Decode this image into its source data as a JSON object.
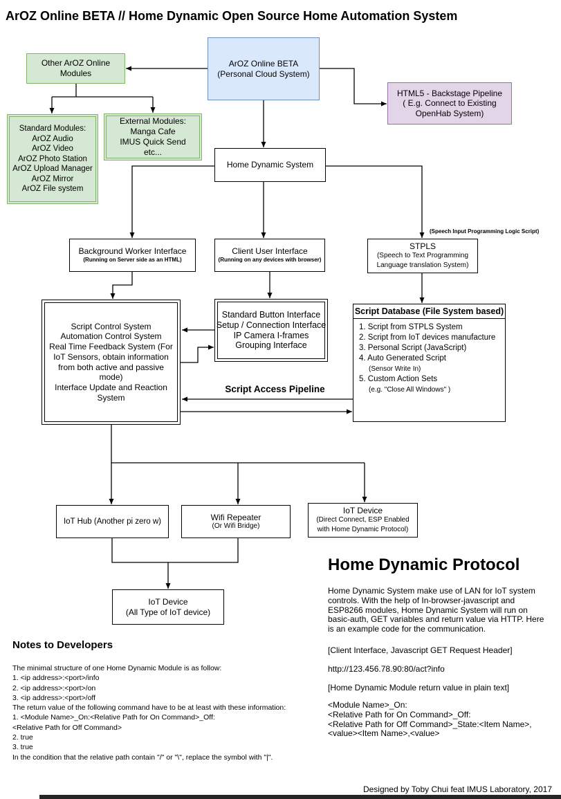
{
  "title": "ArOZ Online BETA //  Home Dynamic Open Source Home Automation System",
  "colors": {
    "green_fill": "#d5e8d4",
    "green_border": "#82b366",
    "blue_fill": "#dae8fc",
    "blue_border": "#6c8ebf",
    "purple_fill": "#e1d5e7",
    "purple_border": "#9673a6",
    "line": "#000000"
  },
  "boxes": {
    "aroz_online_beta": {
      "lines": [
        "ArOZ Online BETA",
        "(Personal Cloud System)"
      ]
    },
    "other_aroz_modules": {
      "lines": [
        "Other ArOZ Online",
        "Modules"
      ]
    },
    "html5_backstage": {
      "lines": [
        "HTML5 - Backstage Pipeline",
        "( E.g. Connect to Existing",
        "OpenHab System)"
      ]
    },
    "standard_modules": {
      "lines": [
        "Standard Modules:",
        "ArOZ Audio",
        "ArOZ Video",
        "ArOZ Photo Station",
        "ArOZ Upload Manager",
        "ArOZ Mirror",
        "ArOZ File system"
      ]
    },
    "external_modules": {
      "lines": [
        "External Modules:",
        "Manga Cafe",
        "IMUS Quick Send",
        "etc..."
      ]
    },
    "home_dynamic_system": {
      "label": "Home Dynamic System"
    },
    "background_worker": {
      "title": "Background Worker Interface",
      "subtitle": "(Running on Server side as an HTML)"
    },
    "client_user": {
      "title": "Client User Interface",
      "subtitle": "(Running on any devices with browser)"
    },
    "stpls": {
      "title": "STPLS",
      "lines": [
        "(Speech to Text Programming",
        "Language translation System)"
      ],
      "annotation": "(Speech Input Programming Logic Script)"
    },
    "script_control": {
      "lines": [
        "Script Control System",
        "Automation Control System",
        "Real Time Feedback System (For",
        "IoT Sensors, obtain information",
        "from both active and passive",
        "mode)",
        "Interface Update and Reaction",
        "System"
      ]
    },
    "standard_button": {
      "lines": [
        "Standard Button Interface",
        "Setup / Connection Interface",
        "IP Camera I-frames",
        "Grouping Interface"
      ]
    },
    "script_database": {
      "header": "Script Database (File System based)",
      "items": [
        "1. Script from STPLS System",
        "2. Script from IoT devices manufacture",
        "3. Personal Script (JavaScript)",
        "4. Auto Generated Script",
        "(Sensor Write In)",
        "5. Custom Action Sets",
        "(e.g. \"Close All Windows\" )"
      ]
    },
    "script_access_pipeline_label": "Script Access Pipeline",
    "iot_hub": {
      "label": "IoT Hub (Another pi zero w)"
    },
    "wifi_repeater": {
      "lines": [
        "Wifi Repeater",
        "(Or Wifi Bridge)"
      ]
    },
    "iot_device_direct": {
      "lines": [
        "IoT Device",
        "(Direct Connect, ESP Enabled",
        "with Home Dynamic Protocol)"
      ]
    },
    "iot_device_all": {
      "lines": [
        "IoT Device",
        "(All Type of IoT device)"
      ]
    }
  },
  "protocol": {
    "heading": "Home Dynamic Protocol",
    "intro": "Home Dynamic System make use of LAN for IoT system controls. With the help of In-browser-javascript and ESP8266 modules, Home Dynamic System will run on basic-auth, GET variables and return value via HTTP. Here is an example code for the communication.",
    "request_header_label": "[Client Interface, Javascript GET Request Header]",
    "example_url": "http://123.456.78.90:80/act?info",
    "return_value_label": "[Home Dynamic Module return value in plain text]",
    "return_value_lines": [
      "<Module Name>_On:",
      "<Relative Path for On Command>_Off:",
      "<Relative Path for Off Command>_State:<Item Name>,",
      "<value><Item Name>,<value>"
    ]
  },
  "notes": {
    "heading": "Notes to Developers",
    "lines": [
      "The minimal structure of one Home Dynamic Module is as follow:",
      "1. <ip address>:<port>/info",
      "2. <ip address>:<port>/on",
      "3. <ip address>:<port>/off",
      "The return value of the following command have to be at least with these information:",
      "1. <Module Name>_On:<Relative Path for On Command>_Off:",
      "<Relative Path for Off Command>",
      "2. true",
      "3. true",
      "In the condition that the relative path contain \"/\" or \"\\\", replace the symbol with \"|\"."
    ]
  },
  "footer": "Designed by Toby Chui feat IMUS Laboratory, 2017"
}
